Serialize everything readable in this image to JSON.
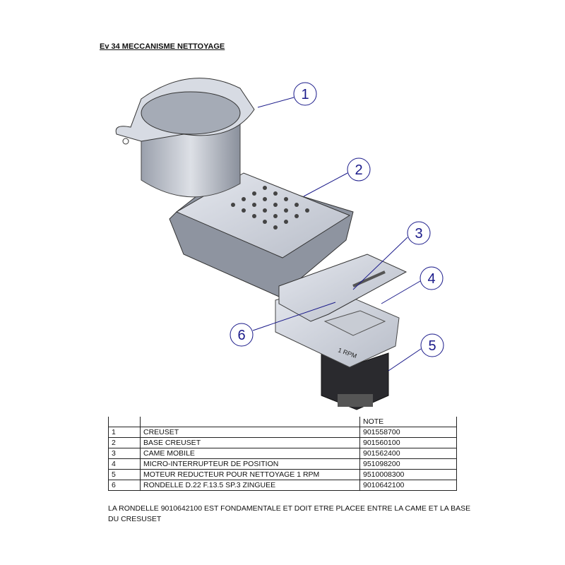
{
  "title": "Ev 34 MECCANISME NETTOYAGE",
  "diagram": {
    "callouts": [
      "1",
      "2",
      "3",
      "4",
      "5",
      "6"
    ],
    "motor_label": "1 RPM"
  },
  "table": {
    "headers": [
      "",
      "",
      "NOTE"
    ],
    "rows": [
      {
        "num": "1",
        "desc": "CREUSET",
        "note": "901558700"
      },
      {
        "num": "2",
        "desc": "BASE CREUSET",
        "note": "901560100"
      },
      {
        "num": "3",
        "desc": "CAME MOBILE",
        "note": "901562400"
      },
      {
        "num": "4",
        "desc": "MICRO-INTERRUPTEUR DE POSITION",
        "note": "951098200"
      },
      {
        "num": "5",
        "desc": "MOTEUR REDUCTEUR POUR NETTOYAGE 1 RPM",
        "note": "9510008300"
      },
      {
        "num": "6",
        "desc": "RONDELLE D.22 F.13.5 SP.3 ZINGUEE",
        "note": "9010642100"
      }
    ]
  },
  "footnote": "LA RONDELLE 9010642100 EST FONDAMENTALE ET DOIT ETRE PLACEE ENTRE LA CAME ET LA BASE DU CRESUSET"
}
